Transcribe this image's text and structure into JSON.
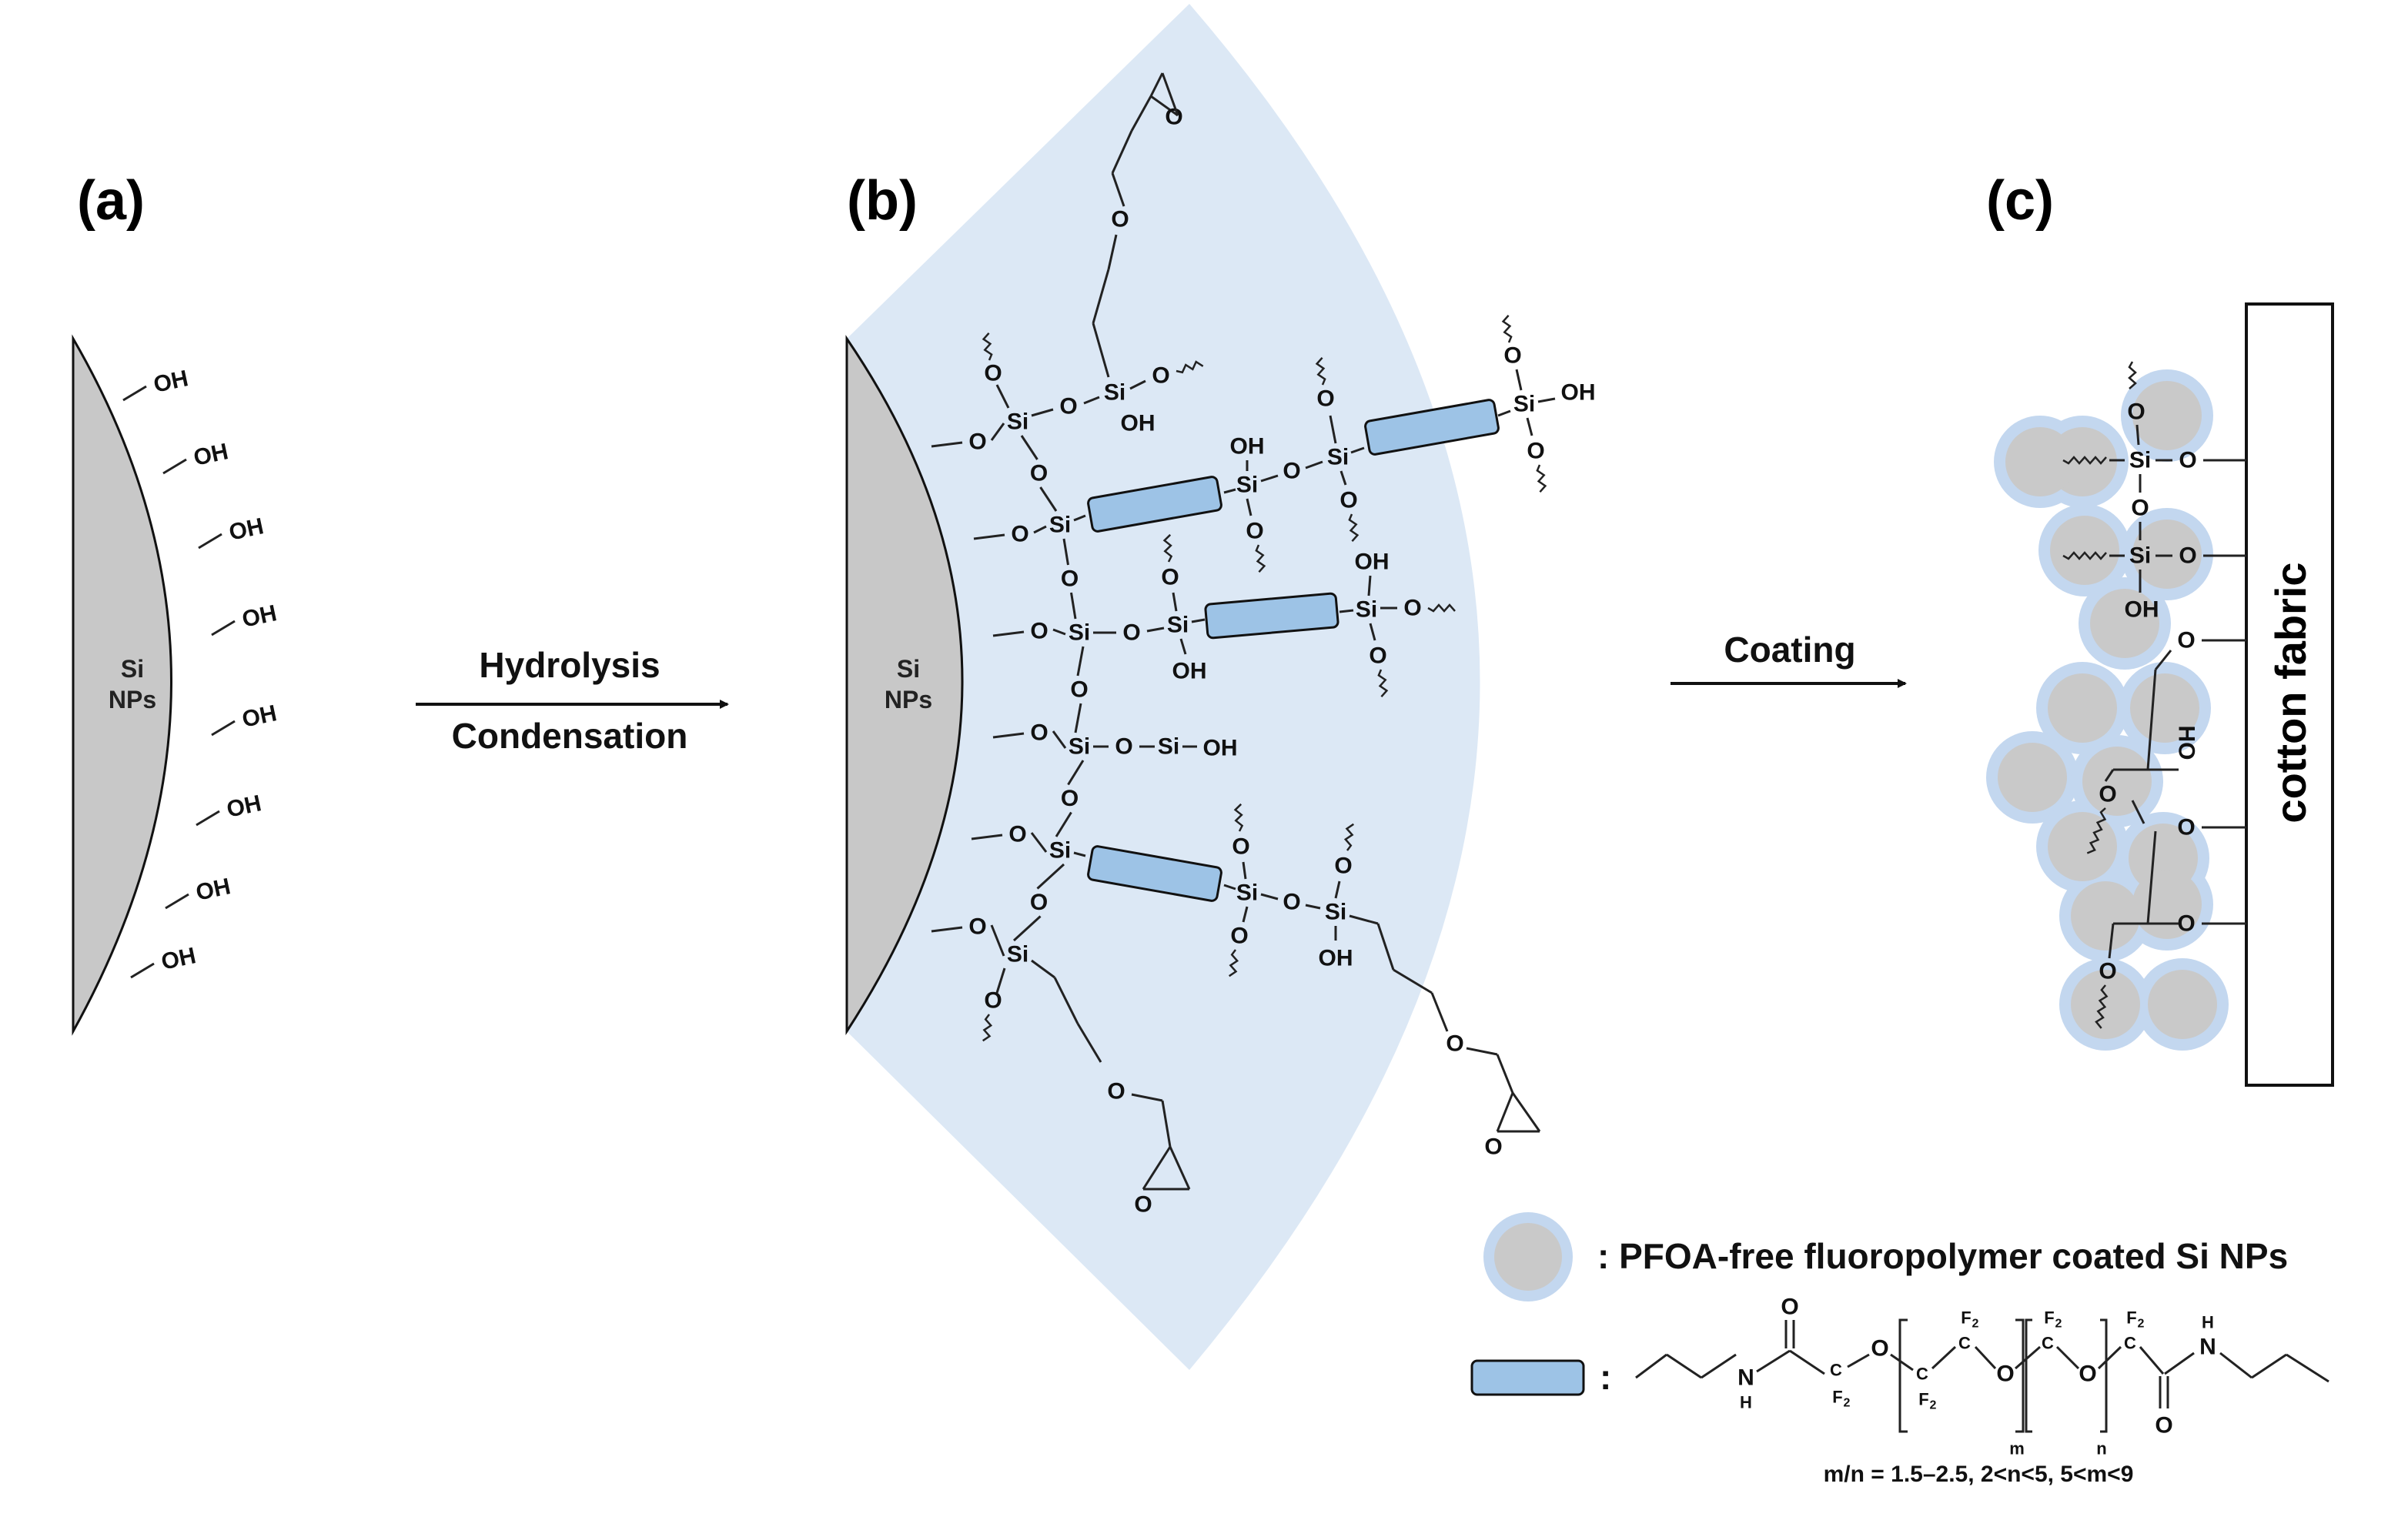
{
  "panels": {
    "a": "(a)",
    "b": "(b)",
    "c": "(c)"
  },
  "core": {
    "line1": "Si",
    "line2": "NPs"
  },
  "groups": {
    "oh": "OH",
    "si": "Si",
    "o": "O",
    "ho": "HO"
  },
  "steps": {
    "hydrolysis": "Hydrolysis",
    "condensation": "Condensation",
    "coating": "Coating"
  },
  "fabric": {
    "label": "cotton fabric"
  },
  "legend": {
    "particle": ": PFOA-free fluoropolymer coated Si NPs",
    "linker_colon": ":",
    "formula": "m/n = 1.5–2.5, 2<n<5, 5<m<9"
  },
  "chain": {
    "o": "O",
    "n": "N",
    "h": "H",
    "c": "C",
    "f2": "F",
    "sub2": "2",
    "m": "m",
    "n_sub": "n"
  },
  "colors": {
    "shell": "#dce8f5",
    "linker": "#9dc3e6",
    "particle": "#c9c9c9",
    "halo": "#c3d7ef",
    "core": "#c8c8c8"
  }
}
